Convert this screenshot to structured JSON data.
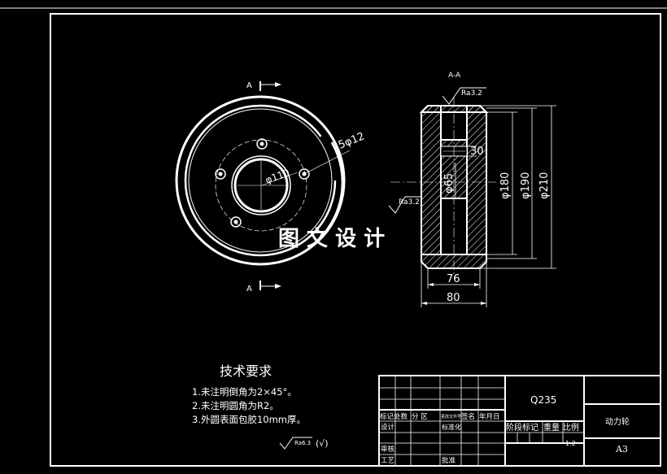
{
  "section_view_label": "A-A",
  "section_marks": [
    "A",
    "A"
  ],
  "front_view": {
    "hole_callout": "5φ12",
    "bore_callout": "φ110"
  },
  "section_view": {
    "roughness_top": "Ra3.2",
    "roughness_left": "Ra3.2",
    "dims": {
      "d30": "30",
      "d65": "φ65",
      "d180": "φ180",
      "d190": "φ190",
      "d210": "φ210",
      "w76": "76",
      "w80": "80"
    }
  },
  "watermark": "图 文 设 计",
  "tech_requirements": {
    "title": "技术要求",
    "items": [
      "1.未注明倒角为2×45°。",
      "2.未注明圆角为R2。",
      "3.外圆表面包胶10mm厚。"
    ],
    "roughness_note": "Ra6.3",
    "roughness_suffix": "(√)"
  },
  "title_block": {
    "material": "Q235",
    "part_name": "动力轮",
    "sheet_size": "A3",
    "scale": "1:2",
    "header_row": [
      "标记",
      "处数",
      "分 区",
      "更改文件号",
      "签名",
      "年月日"
    ],
    "row_design": "设计",
    "row_standard": "标准化",
    "row_review": "审核",
    "row_process": "工艺",
    "row_approve": "批准",
    "stage_label": "阶段标记",
    "weight_label": "重量",
    "scale_label": "比例"
  }
}
